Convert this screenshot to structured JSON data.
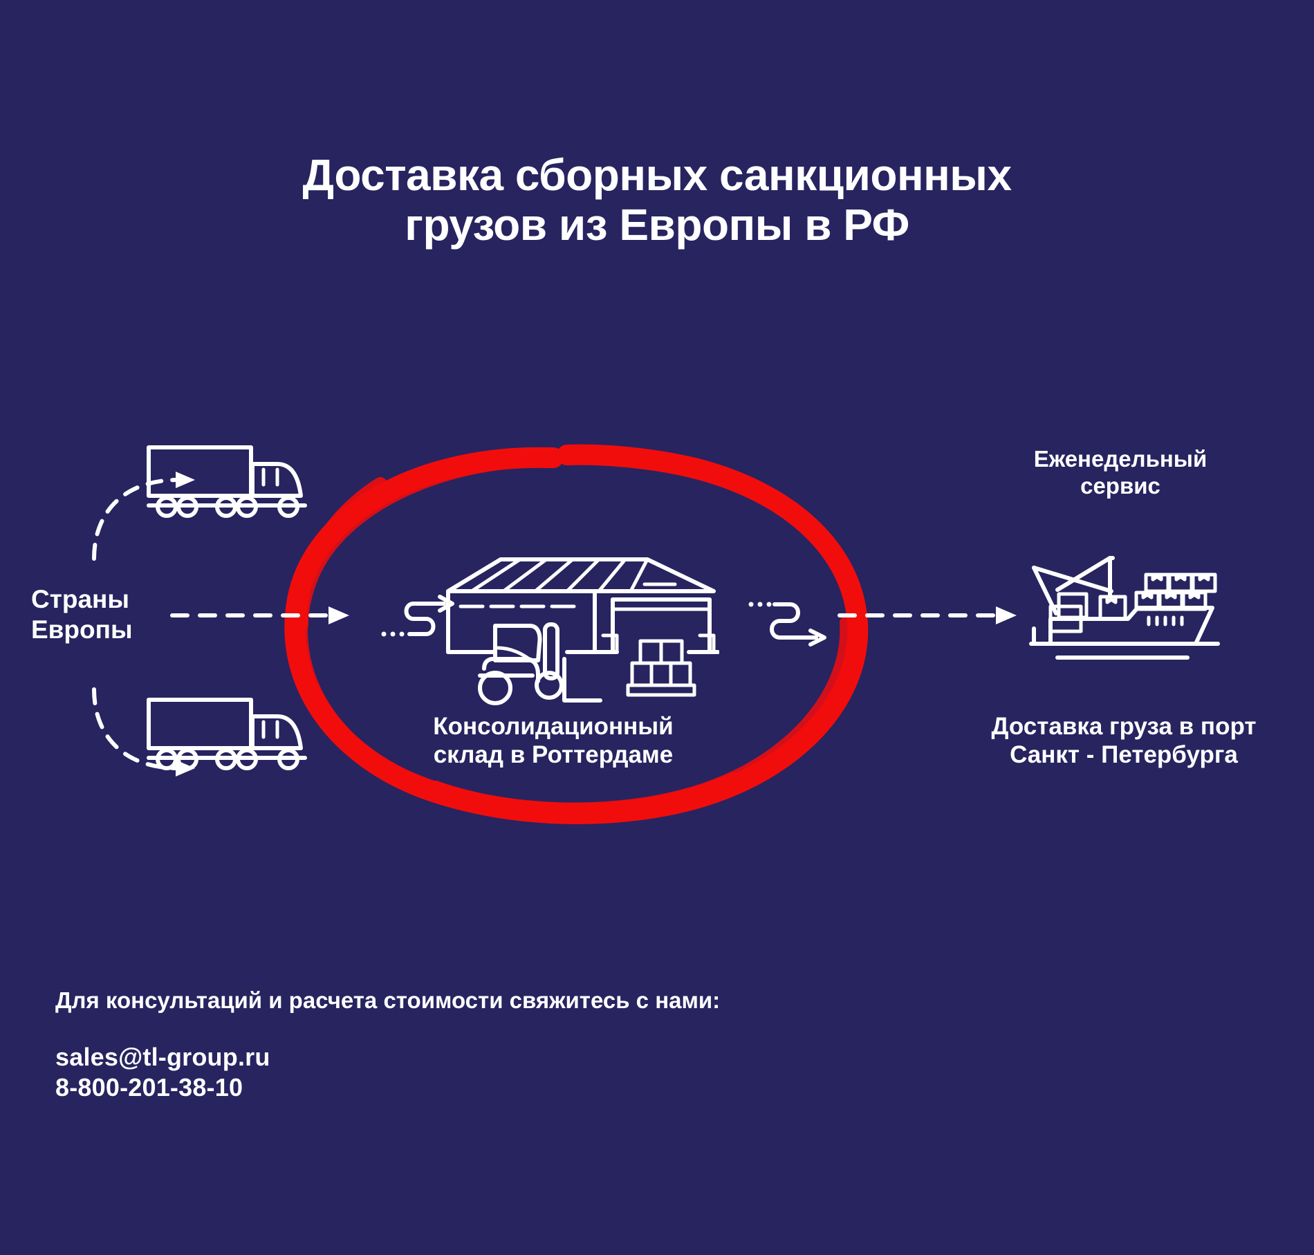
{
  "theme": {
    "background": "#272460",
    "text": "#ffffff",
    "highlight": "#f20d0d"
  },
  "title": {
    "line1": "Доставка сборных санкционных",
    "line2": "грузов из Европы в РФ"
  },
  "flow": {
    "origin_label": "Страны\nЕвропы",
    "weekly_label": "Еженедельный\nсервис",
    "warehouse_label": "Консолидационный\nсклад в Роттердаме",
    "port_label": "Доставка груза в порт\nСанкт - Петербурга"
  },
  "icons": {
    "truck_top": "truck-icon",
    "truck_bottom": "truck-icon",
    "warehouse": "warehouse-icon",
    "forklift": "forklift-icon",
    "pallet": "pallet-icon",
    "ship": "container-ship-icon",
    "crane": "port-crane-icon",
    "arrow_main": "dashed-arrow-right-icon",
    "arrow_right": "dashed-arrow-right-icon",
    "zig_left": "zigzag-arrow-icon",
    "zig_right": "zigzag-arrow-icon",
    "curve_top": "curved-dashed-arrow-icon",
    "curve_bottom": "curved-dashed-arrow-icon",
    "highlight": "red-circle-highlight"
  },
  "footer": {
    "cta": "Для консультаций и расчета стоимости свяжитесь с нами:",
    "email": "sales@tl-group.ru",
    "phone": "8-800-201-38-10"
  }
}
